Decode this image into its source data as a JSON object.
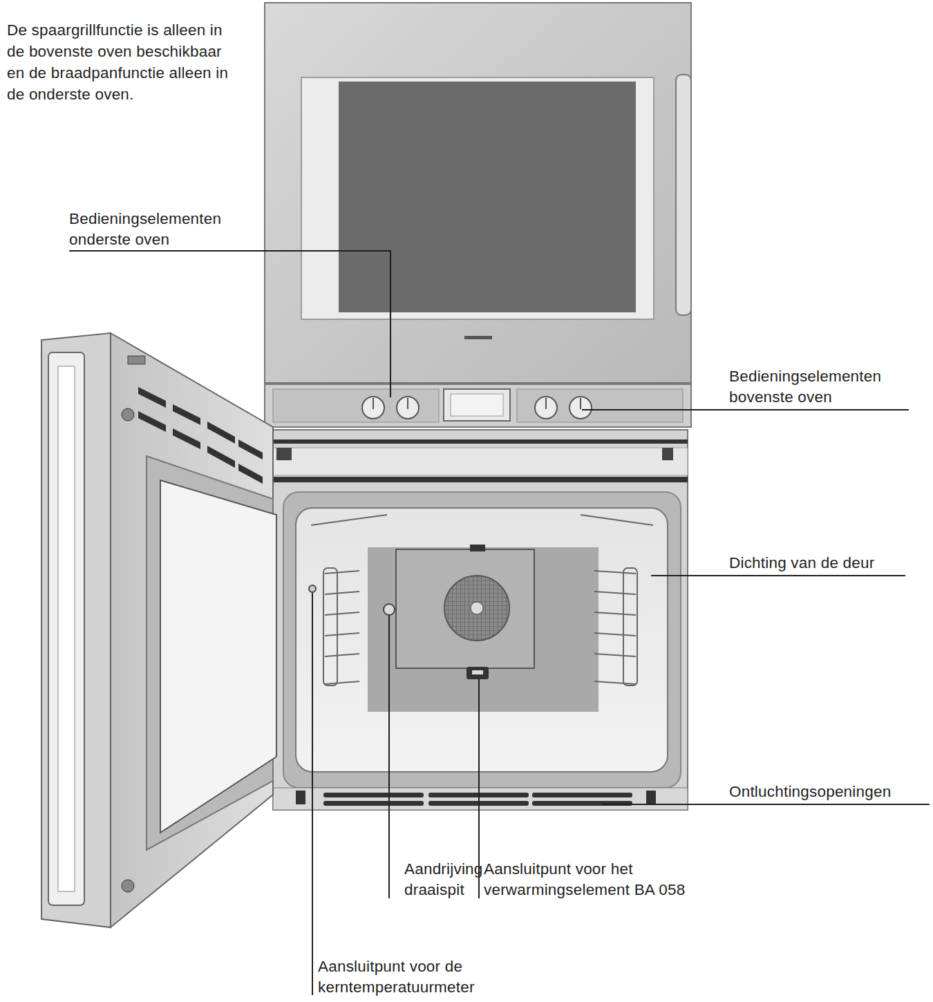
{
  "diagram": {
    "labels": [
      "De spaargrillfunctie is alleen in de bovenste oven beschikbaar en de braadpanfunctie alleen in de onderste oven.",
      "Bedieningselementen onderste oven",
      "Bedieningselementen bovenste oven",
      "Dichting van de deur",
      "Ontluchtingsopeningen",
      "Aandrijving draaispit",
      "Aansluitpunt voor het verwarmingselement BA 058",
      "Aansluitpunt voor de kerntemperatuurmeter"
    ]
  }
}
